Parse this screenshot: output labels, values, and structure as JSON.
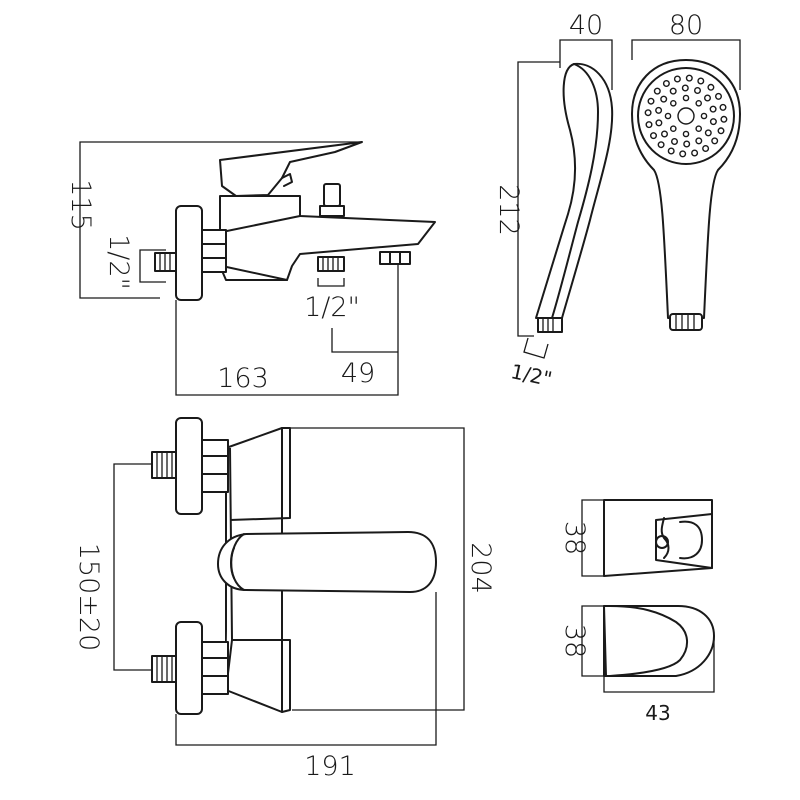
{
  "dimensions": {
    "side_height": "115",
    "side_inlet_thread": "1/2\"",
    "side_outlet_thread": "1/2\"",
    "side_depth": "163",
    "side_spout": "49",
    "handset_width_side": "40",
    "handset_width_front": "80",
    "handset_length": "212",
    "handset_thread": "1/2\"",
    "plan_centres": "150±20",
    "plan_width": "204",
    "plan_depth": "191",
    "holder_height_1": "38",
    "holder_height_2": "38",
    "holder_width": "43"
  }
}
